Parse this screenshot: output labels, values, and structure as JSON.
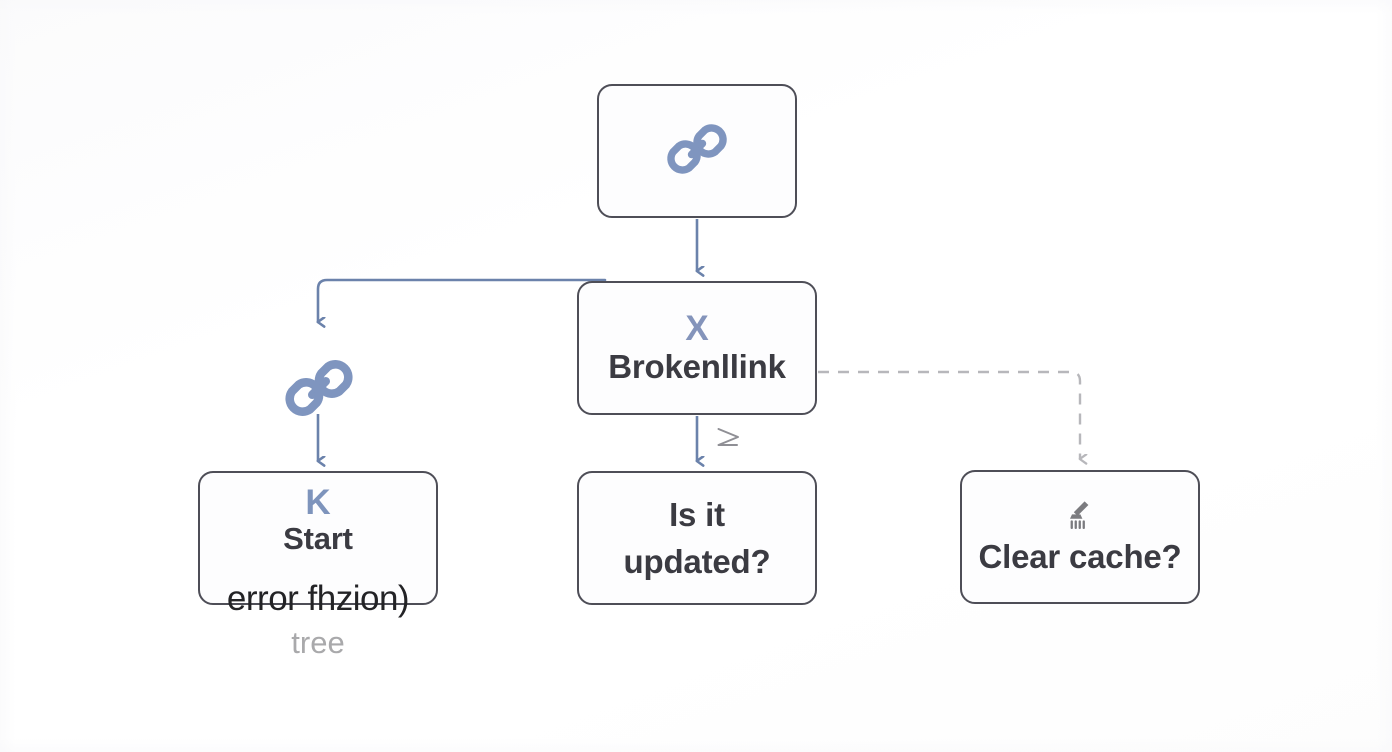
{
  "diagram": {
    "type": "flowchart",
    "background_color": "#ffffff",
    "node_border_color": "#4e4e57",
    "accent_blue": "#7e94bc",
    "connector_blue": "#6b82ab",
    "connector_gray": "#b7b7bb",
    "muted_text_color": "#a9a9ab",
    "nodes": [
      {
        "id": "link-root",
        "icon": "chain-link-icon",
        "title": "",
        "subtitle": ""
      },
      {
        "id": "broken-link",
        "icon": "x-mark-icon",
        "icon_glyph": "X",
        "title": "Brokenllink",
        "subtitle": ""
      },
      {
        "id": "start",
        "icon": "letter-k-icon",
        "icon_glyph": "K",
        "title": "Start",
        "overflow_text": "error fhzion)",
        "subtitle": "tree"
      },
      {
        "id": "is-updated",
        "icon": "",
        "title_line1": "Is it",
        "title_line2": "updated?"
      },
      {
        "id": "clear-cache",
        "icon": "broom-icon",
        "title": "Clear cache?",
        "subtitle": ""
      }
    ],
    "decorations": [
      {
        "id": "branch-link-icon",
        "icon": "chain-link-icon"
      },
      {
        "id": "pointer-glyph",
        "icon": "arrow-cursor-icon"
      }
    ],
    "edges": [
      {
        "from": "link-root",
        "to": "broken-link",
        "style": "solid",
        "color": "#6b82ab",
        "arrow": true
      },
      {
        "from": "broken-link",
        "to": "start",
        "style": "solid",
        "color": "#6b82ab",
        "arrow": true
      },
      {
        "from": "broken-link",
        "to": "is-updated",
        "style": "solid",
        "color": "#6b82ab",
        "arrow": true
      },
      {
        "from": "broken-link",
        "to": "clear-cache",
        "style": "dashed",
        "color": "#b7b7bb",
        "arrow": true
      }
    ]
  }
}
